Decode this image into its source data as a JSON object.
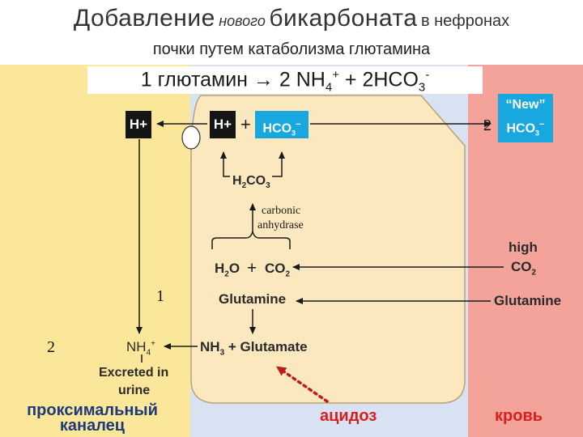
{
  "title": {
    "word1": "Добавление",
    "word2": "нового",
    "word3": "бикарбоната",
    "word4": "в нефронах",
    "line2": "почки путем катаболизма глютамина"
  },
  "equation": {
    "left": "1 глютамин → 2 NH",
    "nh_sub": "4",
    "nh_sup": "+",
    "mid": " + 2HCO",
    "hco_sub": "3",
    "hco_sup": "-"
  },
  "lumen": {
    "h_plus": "H+",
    "excreted_line1": "Excreted in",
    "excreted_line2": "urine",
    "nh4": "NH",
    "nh4_sub": "4",
    "nh4_sup": "+"
  },
  "cell": {
    "h_plus": "H+",
    "plus1": "+",
    "hco3": "HCO",
    "hco3_sub": "3",
    "hco3_sup": "−",
    "h2co3": "H",
    "h2co3_sub1": "2",
    "h2co3_mid": "CO",
    "h2co3_sub2": "3",
    "enzyme_line1": "carbonic",
    "enzyme_line2": "anhydrase",
    "h2o": "H",
    "h2o_sub": "2",
    "h2o_end": "O",
    "plus2": "+",
    "co2": "CO",
    "co2_sub": "2",
    "glutamine": "Glutamine",
    "nh3": "NH",
    "nh3_sub": "3",
    "glutamate": " + Glutamate"
  },
  "blood": {
    "new_line1": "“New”",
    "new_line2": "HCO",
    "new_sub": "3",
    "new_sup": "−",
    "high": "high",
    "high_co2": "CO",
    "high_co2_sub": "2",
    "glutamine": "Glutamine"
  },
  "numbers": {
    "n1": "1",
    "n2_lumen": "2",
    "n2_cell": "2"
  },
  "bottom": {
    "proximal_line1": "проксимальный",
    "proximal_line2": "каналец",
    "acidosis": "ацидоз",
    "blood": "кровь"
  },
  "colors": {
    "lumen": "#fbe79a",
    "cell": "#fbe8bf",
    "interstitium": "#d8e2f2",
    "blood": "#f4a39b",
    "hco3_box": "#19a7e0",
    "h_box": "#151515",
    "label_red": "#d62020",
    "label_blue": "#1f3a7a"
  }
}
